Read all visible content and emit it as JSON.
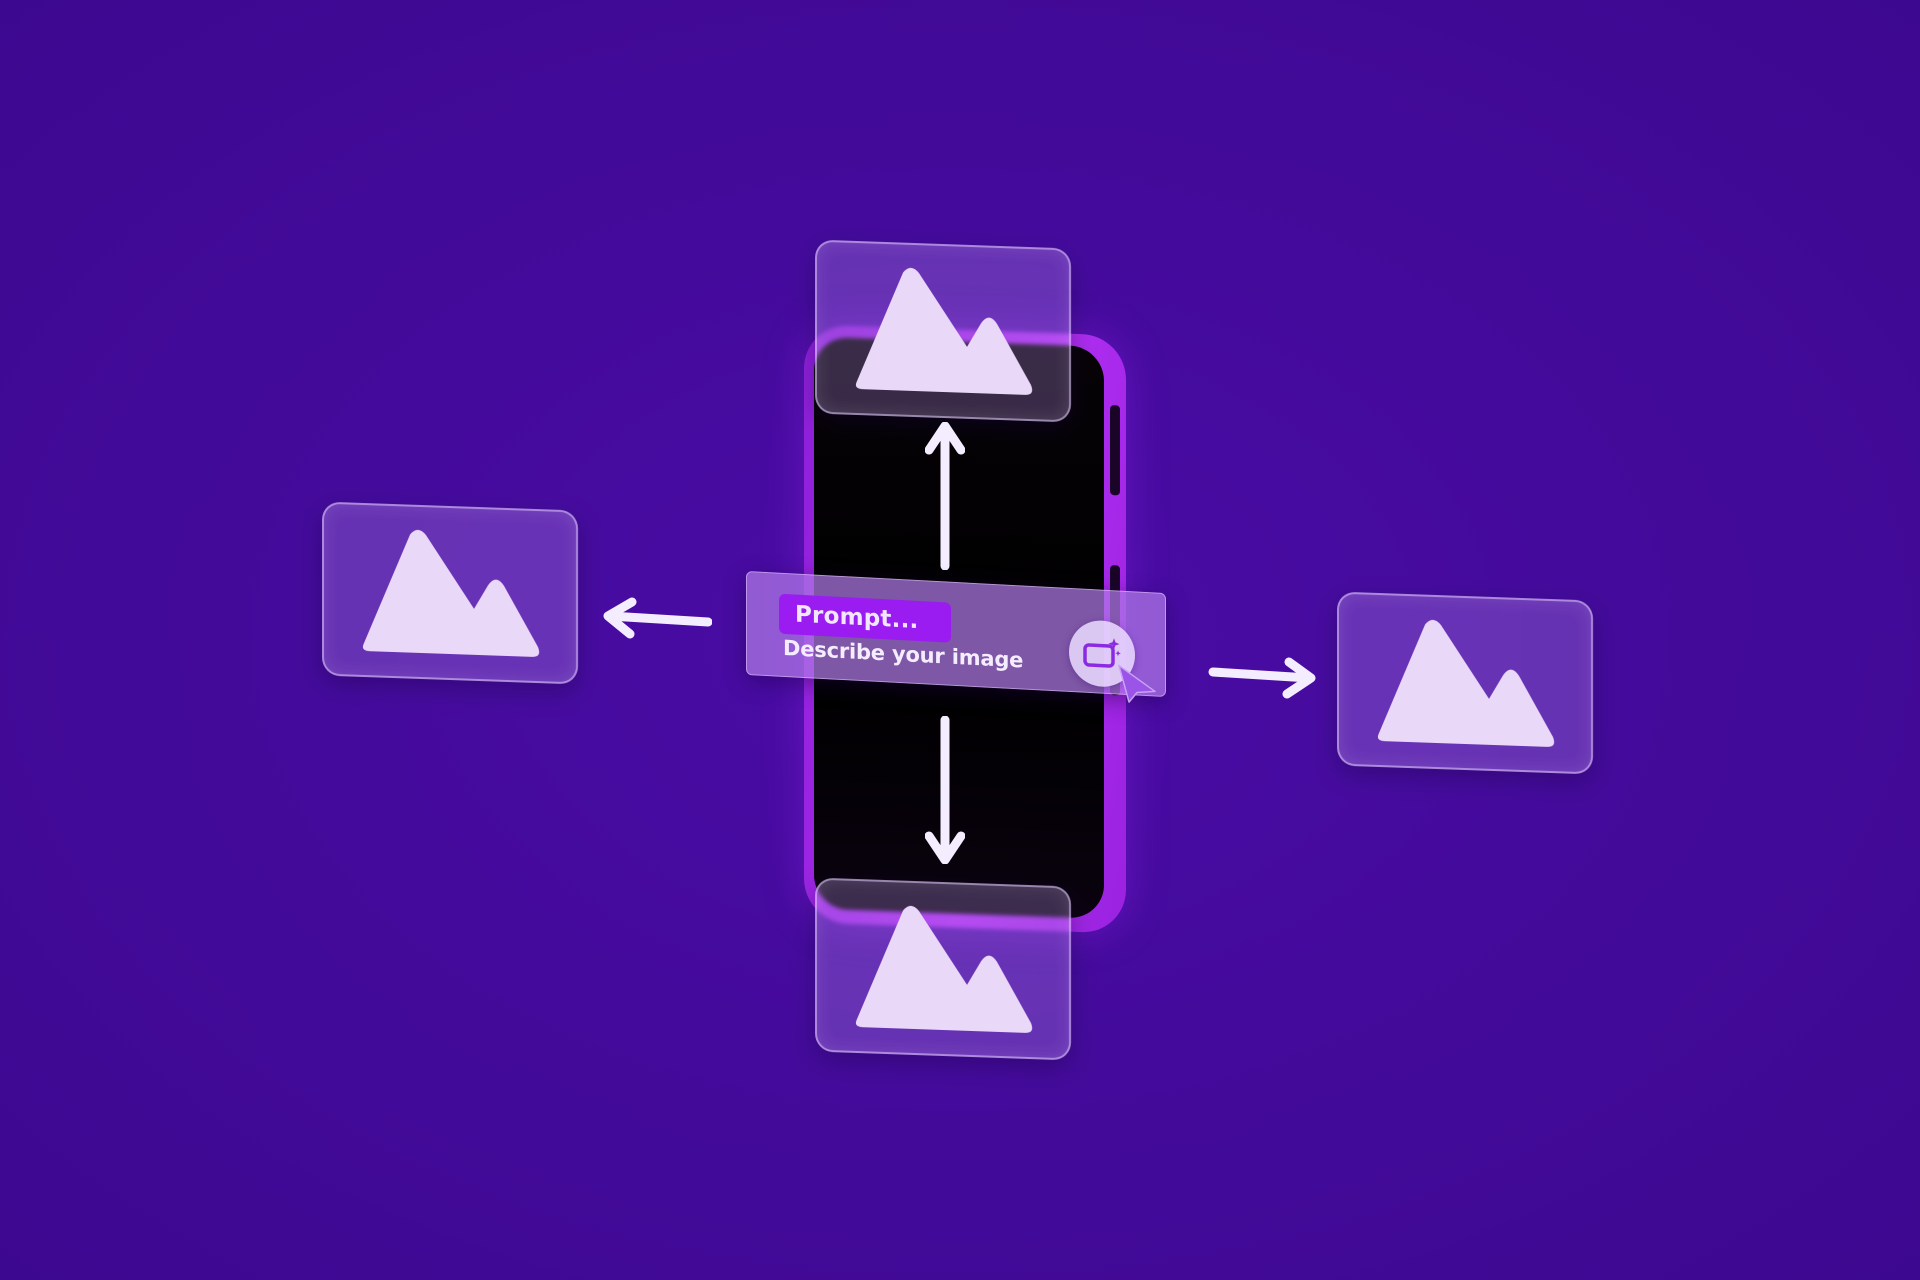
{
  "scene": {
    "background_color": "#430a9a",
    "accent_color": "#9a1cf0",
    "phone_color": "#b12ef2"
  },
  "prompt_panel": {
    "chip_label": "Prompt...",
    "description": "Describe your image",
    "badge_icon": "image-sparkle-icon",
    "pointer_icon": "cursor-arrow-icon"
  },
  "image_cards": [
    {
      "position": "top",
      "icon": "mountain-image-icon"
    },
    {
      "position": "bottom",
      "icon": "mountain-image-icon"
    },
    {
      "position": "left",
      "icon": "mountain-image-icon"
    },
    {
      "position": "right",
      "icon": "mountain-image-icon"
    }
  ],
  "arrows": [
    "up",
    "down",
    "left",
    "right"
  ]
}
